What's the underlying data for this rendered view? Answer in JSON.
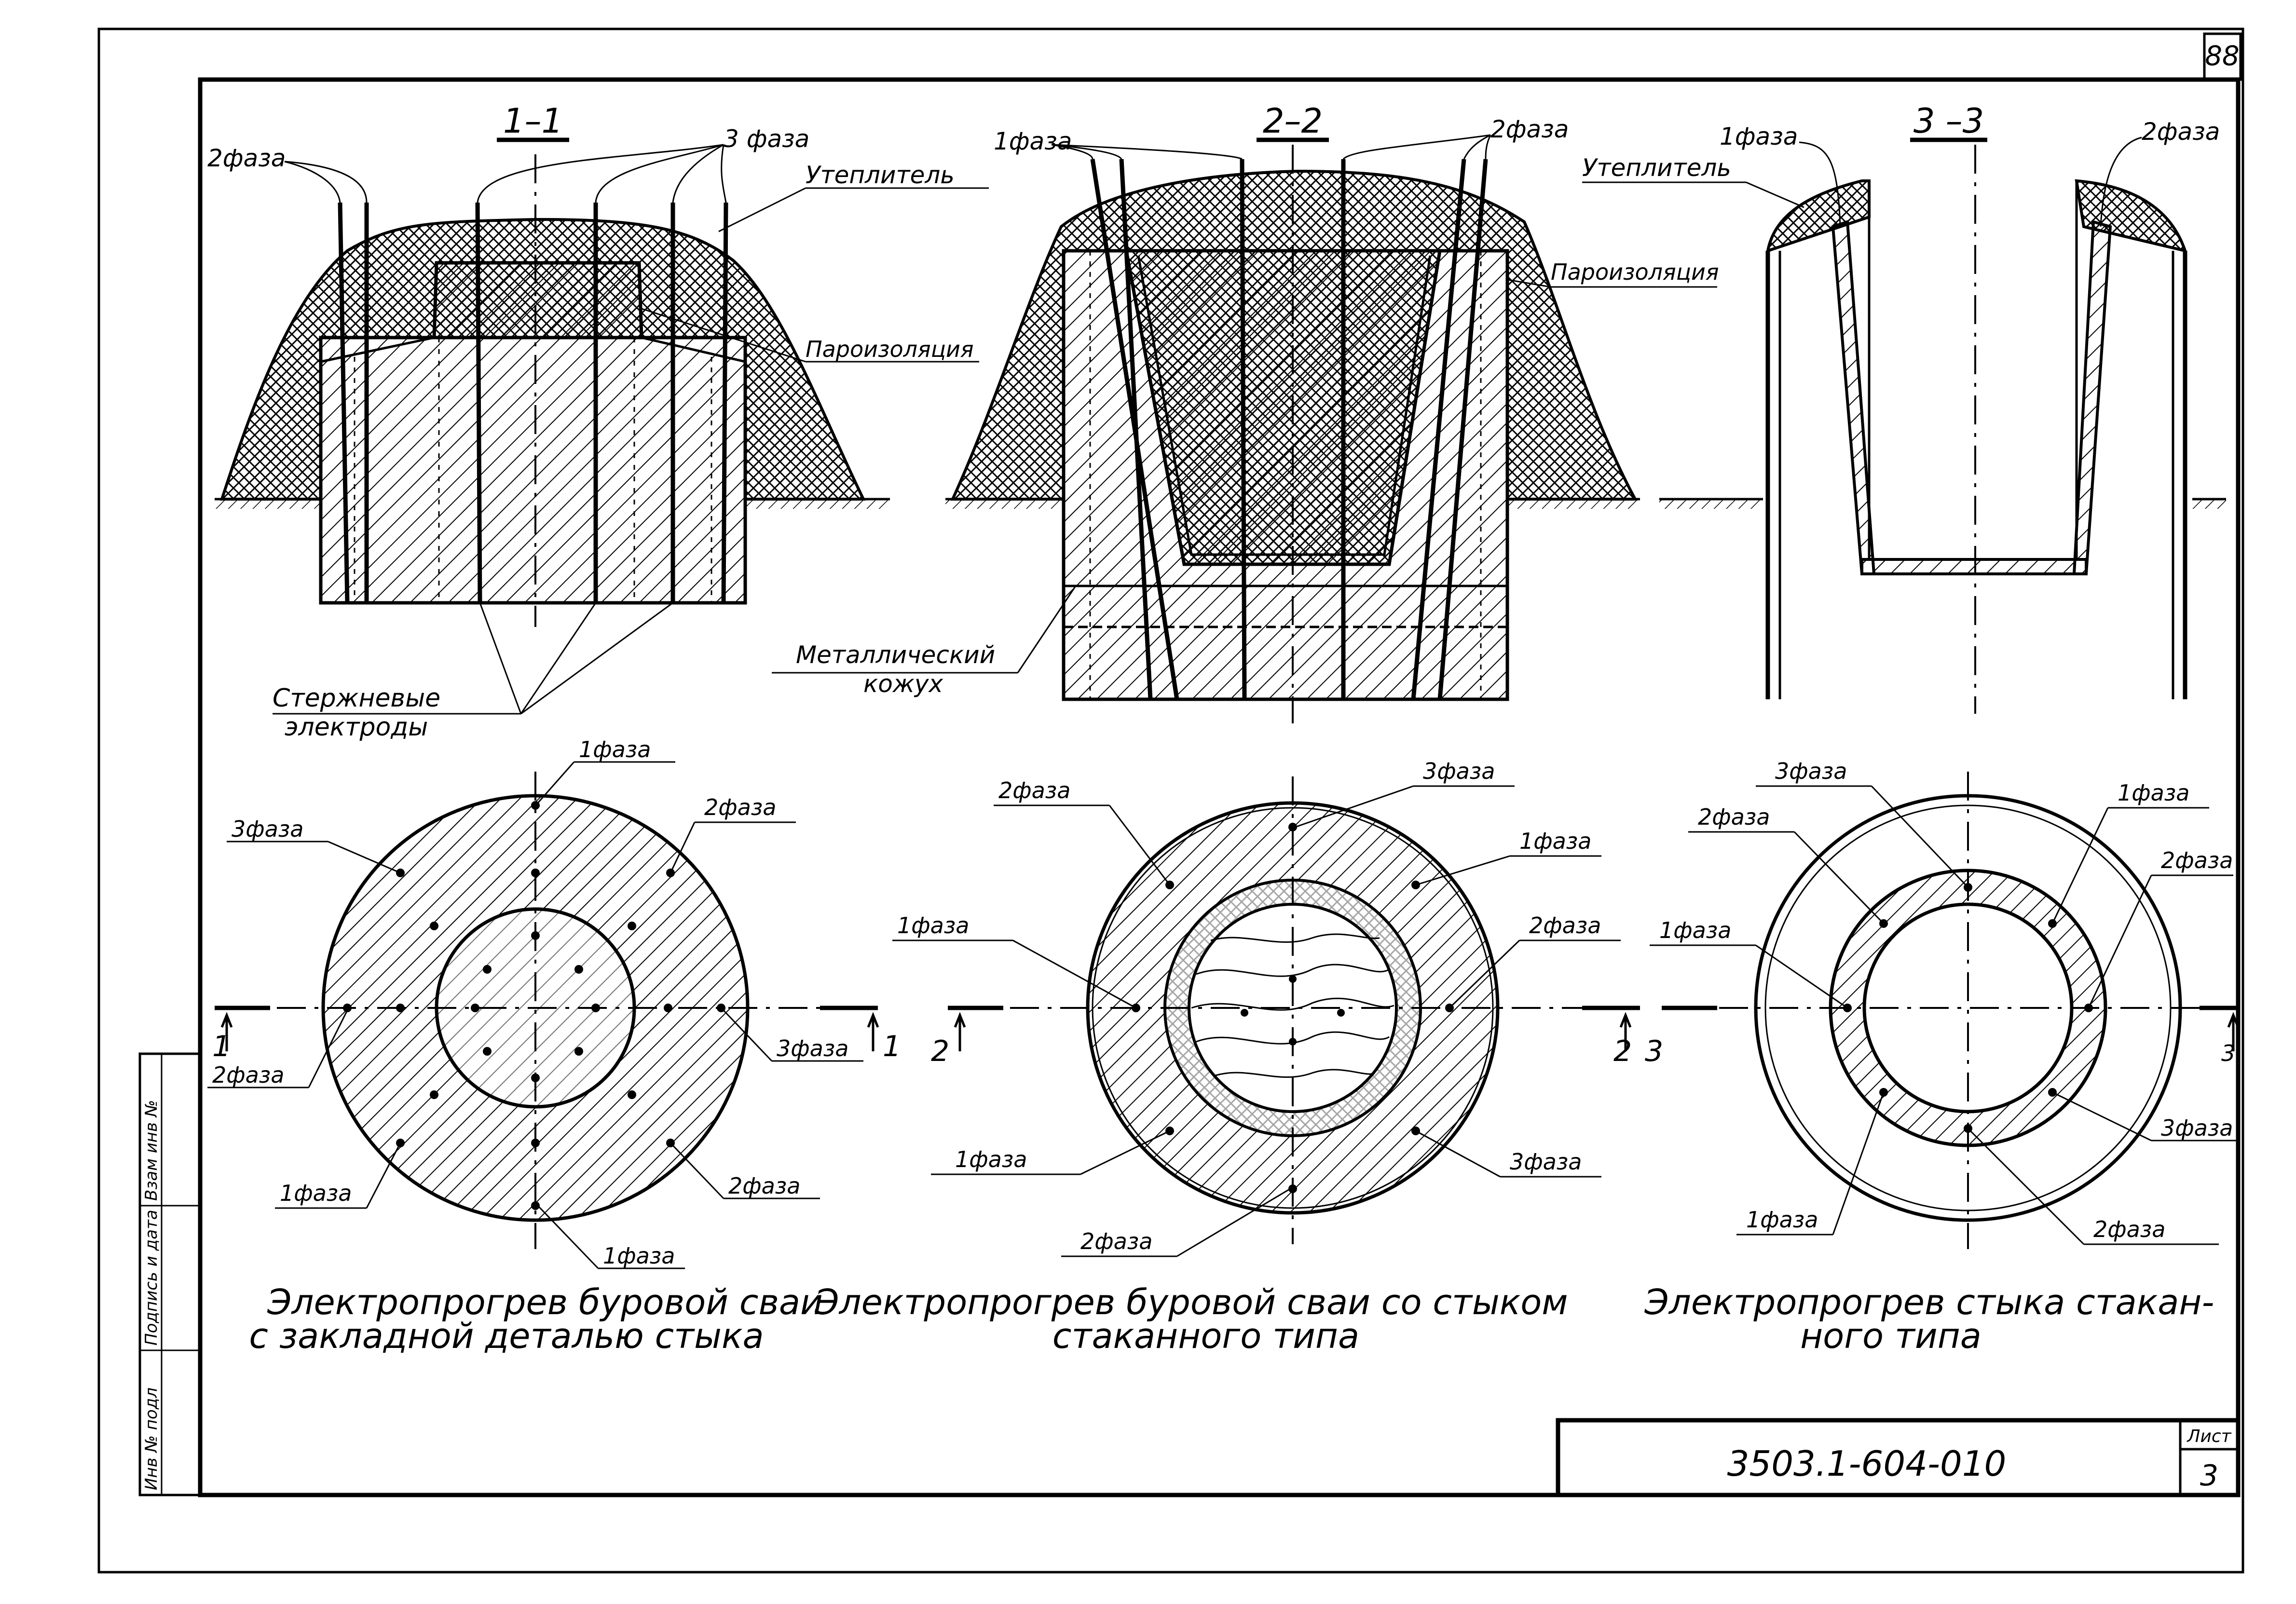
{
  "sheet_number_top": "88",
  "stamp": {
    "code": "3503.1-604-010",
    "list_label": "Лист",
    "list_number": "3",
    "side_column": [
      "Инв № подл",
      "Подпись и дата",
      "Взам инв №"
    ]
  },
  "sections": {
    "s1": {
      "title": "1–1",
      "phase2": "2фаза",
      "phase3": "3 фаза",
      "insulation": "Утеплитель",
      "vapor": "Пароизоляция",
      "electrodes_1": "Стержневые",
      "electrodes_2": "электроды"
    },
    "s2": {
      "title": "2–2",
      "phase1": "1фаза",
      "phase2": "2фаза",
      "casing_1": "Металлический",
      "casing_2": "кожух",
      "vapor": "Пароизоляция"
    },
    "s3": {
      "title": "3 –3",
      "phase1": "1фаза",
      "phase2": "2фаза",
      "insulation": "Утеплитель"
    }
  },
  "plans": {
    "p1": {
      "labels": [
        "1фаза",
        "2фаза",
        "3фаза",
        "2фаза",
        "3фаза",
        "1фаза",
        "2фаза",
        "1фаза"
      ],
      "cut_left": "1",
      "cut_right": "1",
      "caption_1": "Электропрогрев буровой сваи",
      "caption_2": "с закладной деталью стыка"
    },
    "p2": {
      "labels": [
        "3фаза",
        "2фаза",
        "1фаза",
        "1фаза",
        "2фаза",
        "1фаза",
        "3фаза",
        "2фаза"
      ],
      "cut_left": "2",
      "cut_right": "2",
      "caption_1": "Электропрогрев буровой сваи со стыком",
      "caption_2": "стаканного типа"
    },
    "p3": {
      "labels": [
        "3фаза",
        "1фаза",
        "2фаза",
        "2фаза",
        "1фаза",
        "3фаза",
        "1фаза",
        "2фаза"
      ],
      "cut_left": "3",
      "cut_right": "3",
      "caption_1": "Электропрогрев стыка стакан-",
      "caption_2": "ного типа"
    }
  }
}
